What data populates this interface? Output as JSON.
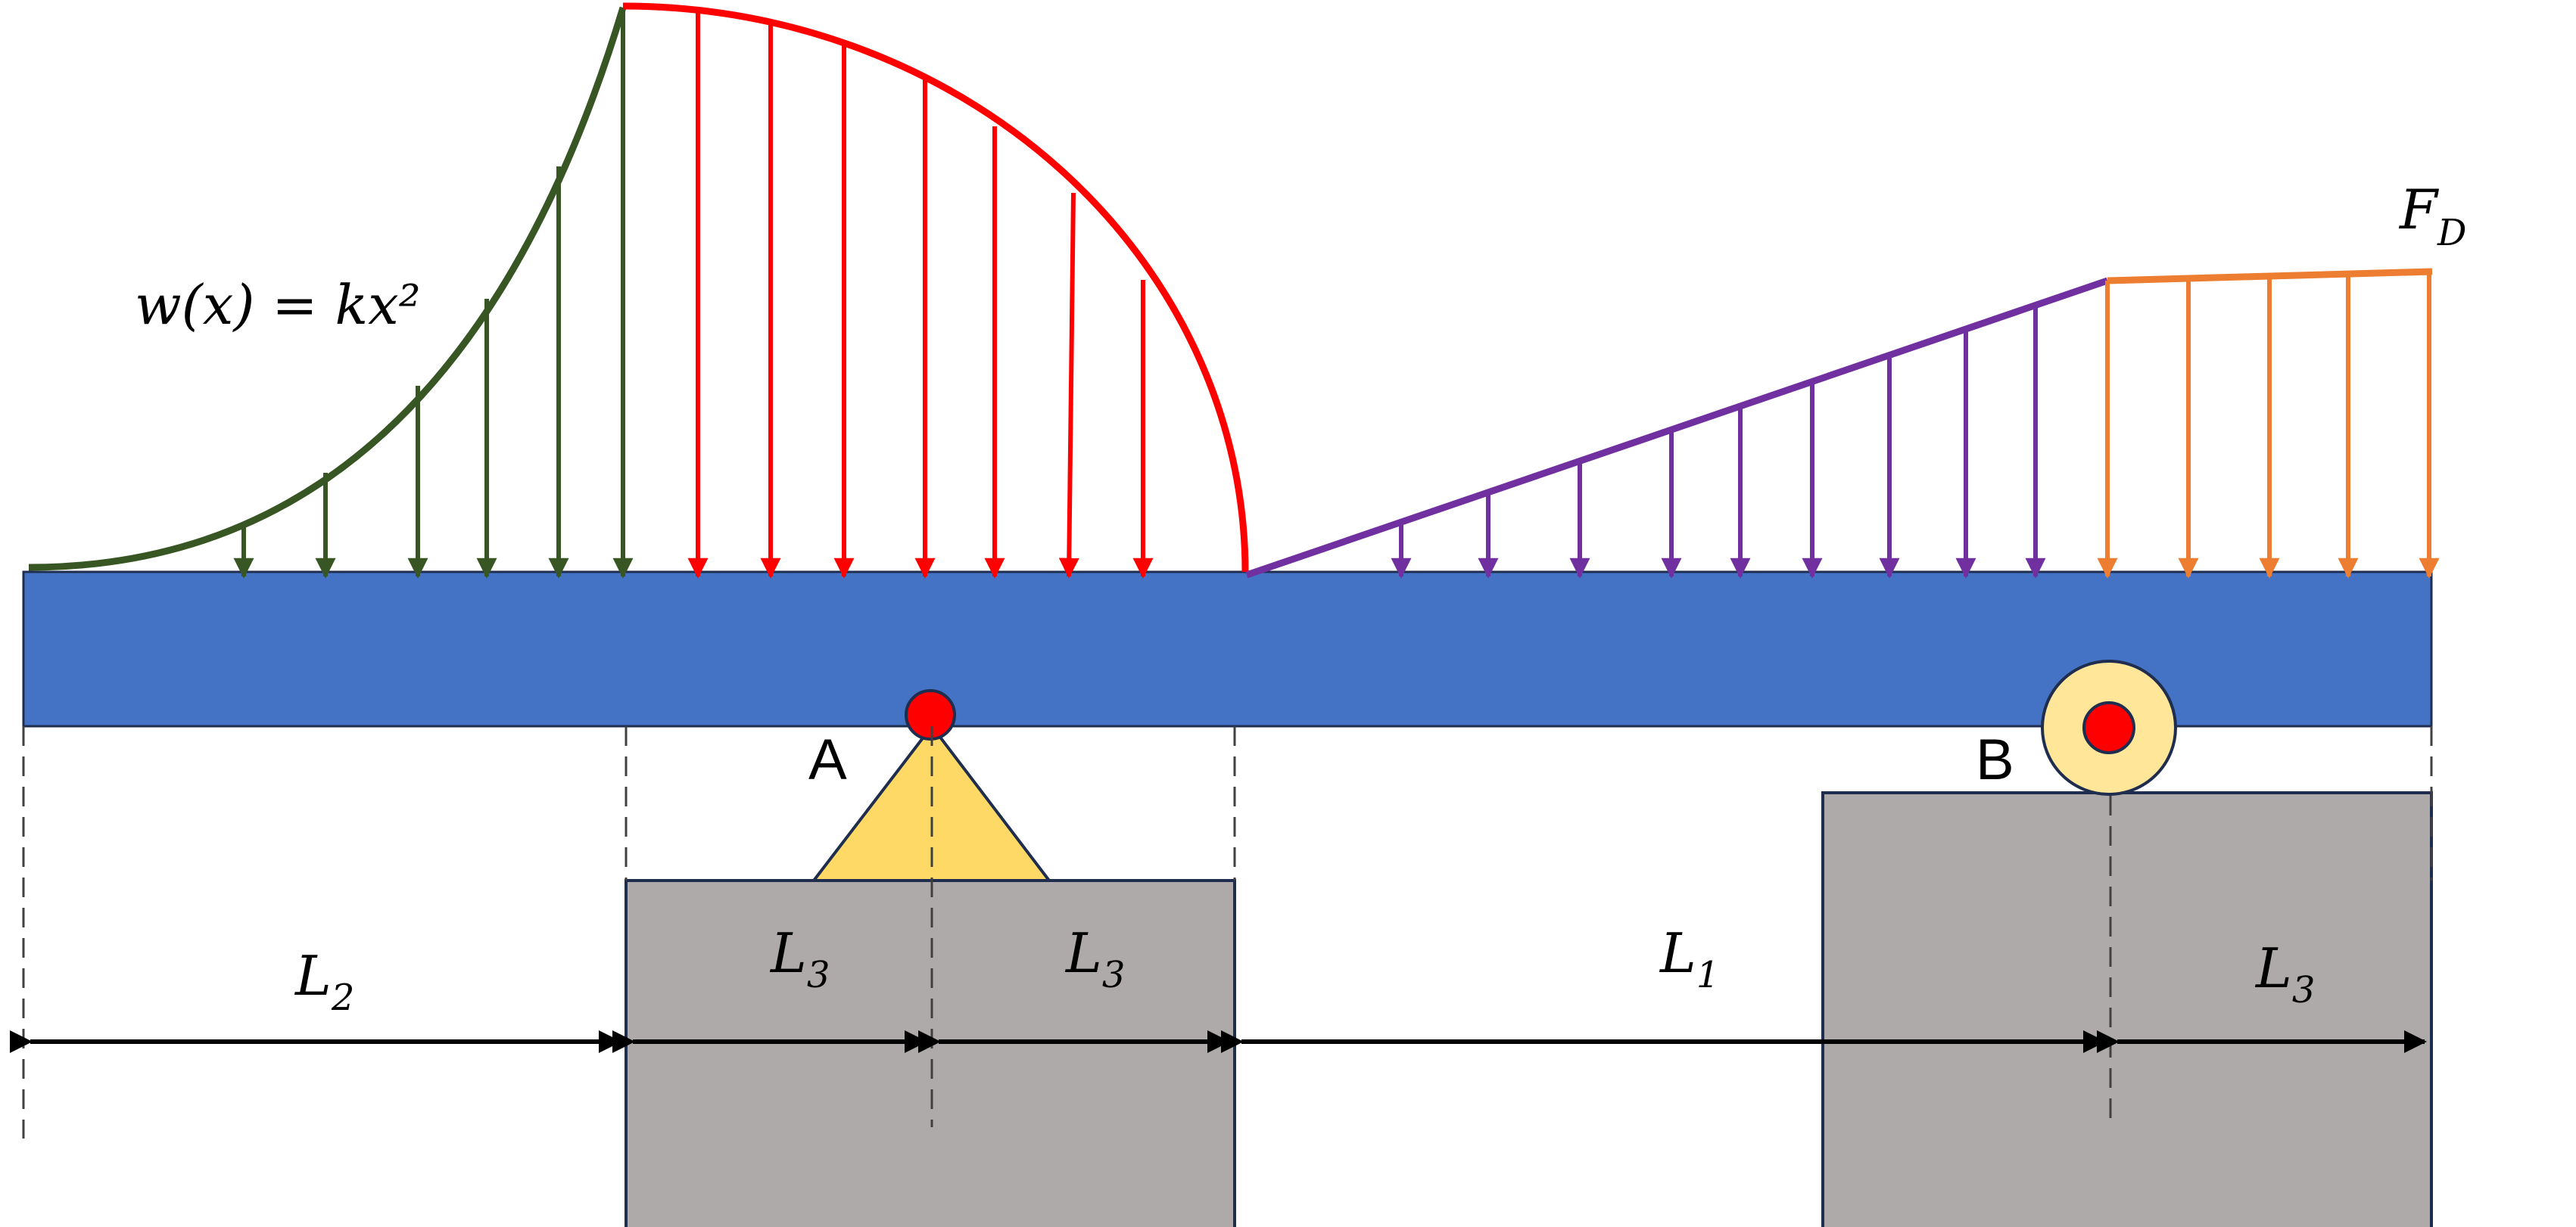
{
  "labels": {
    "load_formula": "w(x) = kx²",
    "force_label": {
      "main": "F",
      "sub": "D"
    },
    "support_a": "A",
    "support_b": "B",
    "dim_l2": {
      "main": "L",
      "sub": "2"
    },
    "dim_l3_left": {
      "main": "L",
      "sub": "3"
    },
    "dim_l3_mid": {
      "main": "L",
      "sub": "3"
    },
    "dim_l1": {
      "main": "L",
      "sub": "1"
    },
    "dim_l3_right": {
      "main": "L",
      "sub": "3"
    }
  },
  "colors": {
    "beam": "#4472C4",
    "parabolic_load": "#375623",
    "elliptical_load": "#FF0000",
    "linear_load": "#7030A0",
    "uniform_load": "#ED7D31",
    "pin_support": "#FFD966",
    "roller": "#FFE699",
    "pin": "#FF0000",
    "ground_block": "#AEAAAA",
    "outline": "#1F2D4E"
  }
}
